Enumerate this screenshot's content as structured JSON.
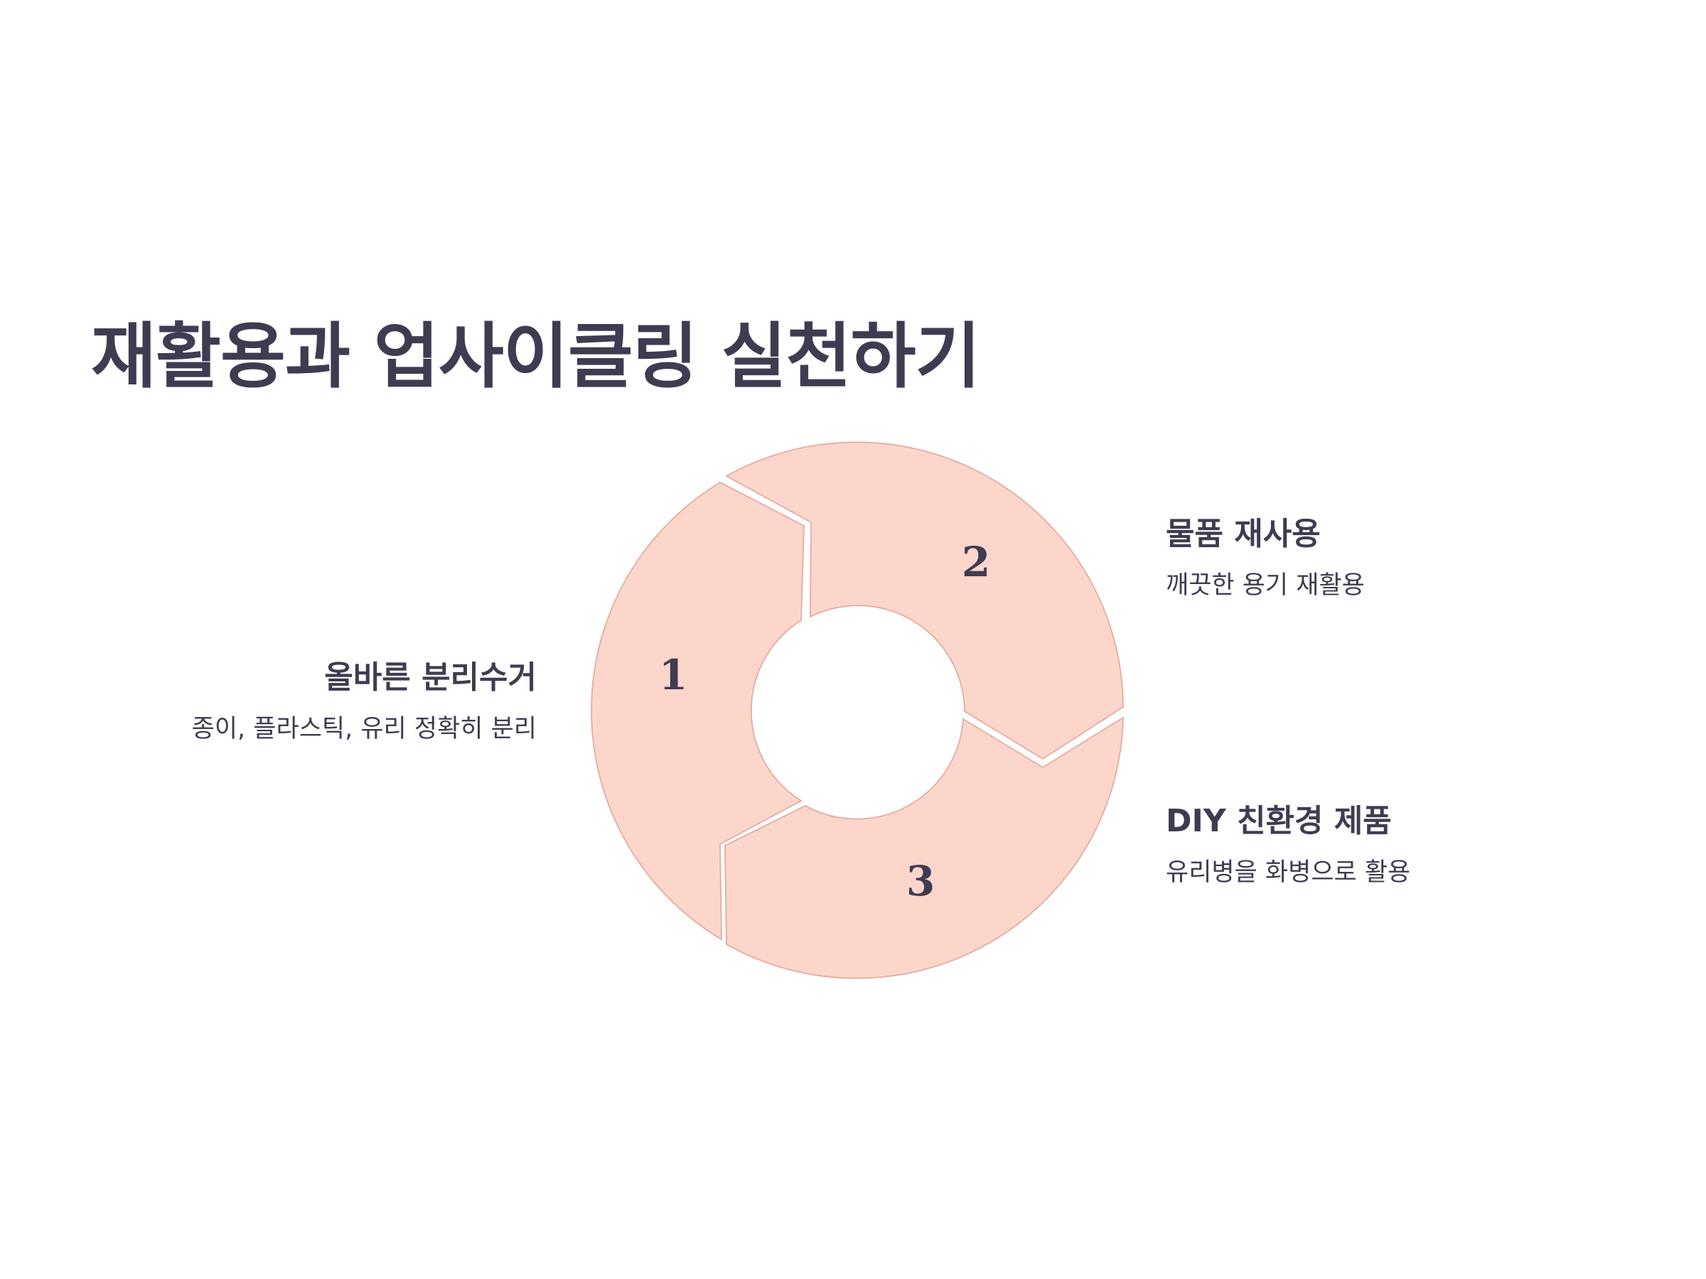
{
  "title": "재활용과 업사이클링 실천하기",
  "colors": {
    "segment_fill": "#fcd6cb",
    "segment_stroke": "#e5b1a6",
    "text": "#3f3c52"
  },
  "cycle": {
    "segments": [
      {
        "number": "1",
        "title": "올바른 분리수거",
        "description": "종이, 플라스틱, 유리 정확히 분리"
      },
      {
        "number": "2",
        "title": "물품 재사용",
        "description": "깨끗한 용기 재활용"
      },
      {
        "number": "3",
        "title": "DIY 친환경 제품",
        "description": "유리병을 화병으로 활용"
      }
    ]
  }
}
